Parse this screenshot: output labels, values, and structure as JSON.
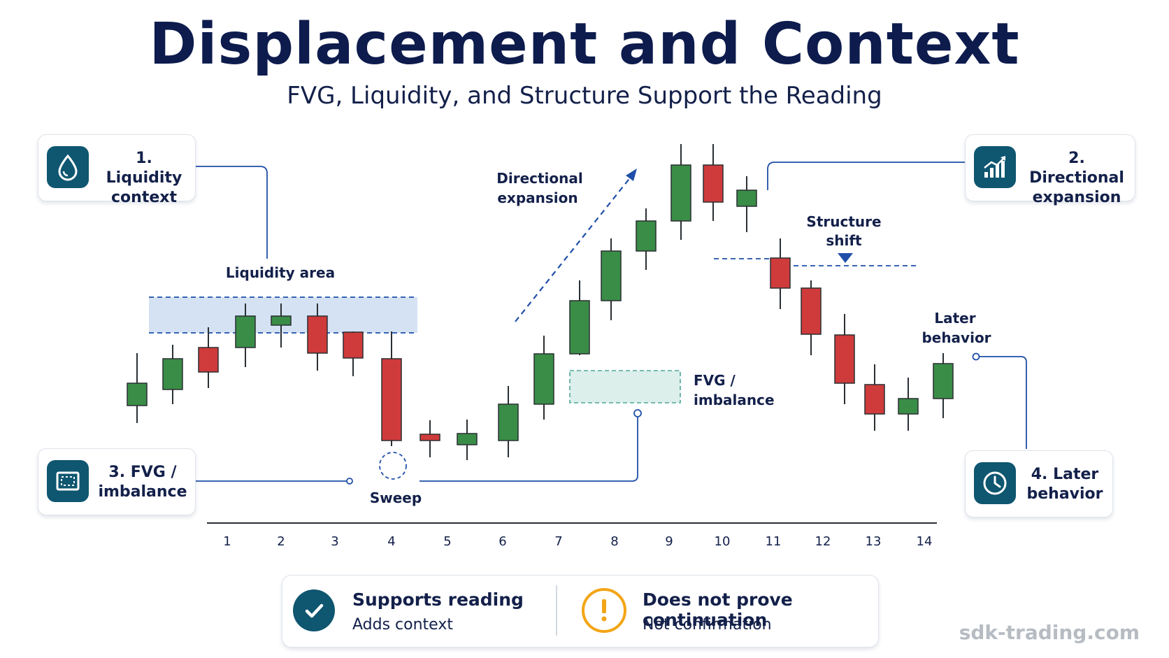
{
  "title": "Displacement and Context",
  "subtitle": "FVG, Liquidity, and Structure Support the Reading",
  "cards": {
    "liquidity": {
      "label": "1. Liquidity\ncontext",
      "icon": "water-drop-icon"
    },
    "directional": {
      "label": "2. Directional\nexpansion",
      "icon": "growth-chart-icon"
    },
    "fvg": {
      "label": "3. FVG /\nimbalance",
      "icon": "dashed-frame-icon"
    },
    "later": {
      "label": "4. Later\nbehavior",
      "icon": "clock-icon"
    }
  },
  "annotations": {
    "liquidity_area": "Liquidity area",
    "directional_1": "Directional",
    "directional_2": "expansion",
    "structure_1": "Structure",
    "structure_2": "shift",
    "fvg_1": "FVG /",
    "fvg_2": "imbalance",
    "later_1": "Later",
    "later_2": "behavior",
    "sweep": "Sweep"
  },
  "chart_data": {
    "type": "candlestick",
    "x_ticks": [
      "1",
      "2",
      "3",
      "4",
      "5",
      "6",
      "7",
      "8",
      "9",
      "10",
      "11",
      "12",
      "13",
      "14"
    ],
    "colors": {
      "bull": "#3a8d46",
      "bear": "#cf3b3b",
      "outline": "#2a2f33"
    }
  },
  "bottom": {
    "supports_title": "Supports reading",
    "supports_sub": "Adds context",
    "supports_icon": "check-circle-icon",
    "notproof_title": "Does not prove continuation",
    "notproof_sub": "Not confirmation",
    "notproof_icon": "warning-circle-icon"
  },
  "watermark": "sdk-trading.com",
  "colors": {
    "accent": "#0f5670",
    "navy": "#0d1b4d",
    "link": "#1f4fa8",
    "warning": "#f2a516"
  }
}
